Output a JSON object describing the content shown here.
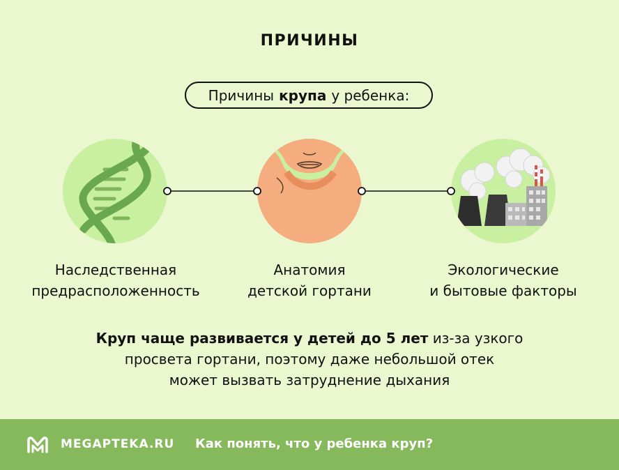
{
  "title": "ПРИЧИНЫ",
  "subtitle": {
    "before": "Причины",
    "bold": "крупа",
    "after": "у ребенка:"
  },
  "causes": [
    {
      "icon": "dna-icon",
      "line1": "Наследственная",
      "line2": "предрасположенность"
    },
    {
      "icon": "throat-icon",
      "line1": "Анатомия",
      "line2": "детской гортани"
    },
    {
      "icon": "factory-icon",
      "line1": "Экологические",
      "line2": "и бытовые факторы"
    }
  ],
  "note": {
    "bold": "Круп чаще развивается у детей до 5 лет",
    "line1_rest": " из-за узкого",
    "line2": "просвета гортани, поэтому даже небольшой отек",
    "line3": "может вызвать затруднение дыхания"
  },
  "footer": {
    "brand": "MEGAPTEKA.RU",
    "question": "Как понять, что у ребенка круп?"
  },
  "colors": {
    "background": "#eaf7cf",
    "circle": "#c8f0a0",
    "dna": "#6aa84f",
    "skin": "#f5ad7f",
    "footer": "#86b85c"
  }
}
